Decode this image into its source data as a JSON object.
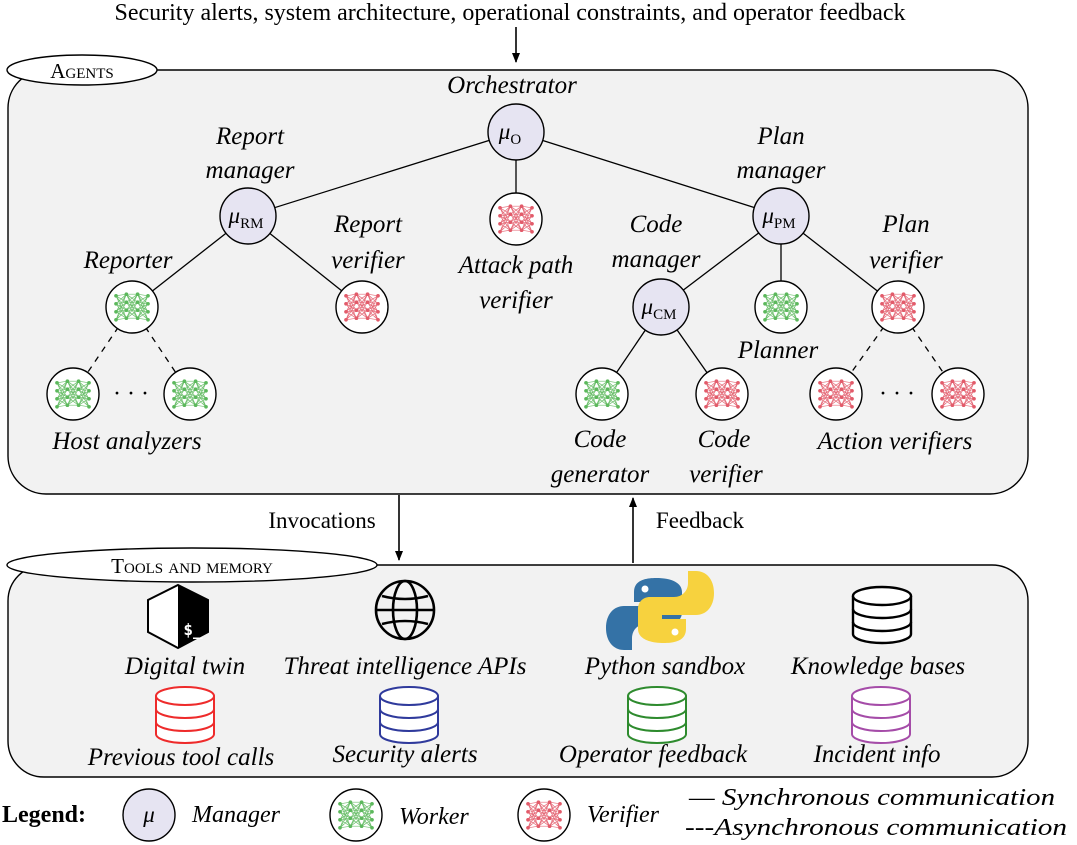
{
  "header": {
    "inputs_text": "Security alerts, system architecture, operational constraints, and operator feedback"
  },
  "agents": {
    "panel_title": "Agents",
    "manager_symbol": "μ",
    "nodes": {
      "orchestrator": {
        "label_lines": [
          "Orchestrator"
        ],
        "subscript": "O"
      },
      "report_manager": {
        "label_lines": [
          "Report",
          "manager"
        ],
        "subscript": "RM"
      },
      "plan_manager": {
        "label_lines": [
          "Plan",
          "manager"
        ],
        "subscript": "PM"
      },
      "code_manager": {
        "label_lines": [
          "Code",
          "manager"
        ],
        "subscript": "CM"
      },
      "attack_path_verifier": {
        "label_lines": [
          "Attack path",
          "verifier"
        ]
      },
      "reporter": {
        "label_lines": [
          "Reporter"
        ]
      },
      "report_verifier": {
        "label_lines": [
          "Report",
          "verifier"
        ]
      },
      "planner": {
        "label_lines": [
          "Planner"
        ]
      },
      "plan_verifier": {
        "label_lines": [
          "Plan",
          "verifier"
        ]
      },
      "code_generator": {
        "label_lines": [
          "Code",
          "generator"
        ]
      },
      "code_verifier": {
        "label_lines": [
          "Code",
          "verifier"
        ]
      }
    },
    "groups": {
      "host_analyzers": "Host analyzers",
      "action_verifiers": "Action verifiers"
    },
    "ellipsis": "· · ·"
  },
  "flows": {
    "invocations": "Invocations",
    "feedback": "Feedback"
  },
  "tools": {
    "panel_title": "Tools and memory",
    "items": [
      {
        "label": "Digital twin",
        "icon": "terminal-icon"
      },
      {
        "label": "Threat intelligence APIs",
        "icon": "globe-icon"
      },
      {
        "label": "Python sandbox",
        "icon": "python-icon"
      },
      {
        "label": "Knowledge bases",
        "icon": "database-icon"
      }
    ],
    "memory": [
      {
        "label": "Previous tool calls",
        "color": "#ee2b2b"
      },
      {
        "label": "Security alerts",
        "color": "#2f3a9c"
      },
      {
        "label": "Operator feedback",
        "color": "#2e8b2e"
      },
      {
        "label": "Incident info",
        "color": "#a54ca8"
      }
    ],
    "terminal_prompt": "$_"
  },
  "legend": {
    "title": "Legend:",
    "manager": "Manager",
    "worker": "Worker",
    "verifier": "Verifier",
    "sync": "— Synchronous communication",
    "async": "---Asynchronous communication"
  },
  "colors": {
    "panel_fill": "#f2f2f2",
    "manager_fill": "#e6e4f2",
    "worker_net": "#5cb85c",
    "verifier_net": "#e25b6a",
    "python_blue": "#3472a6",
    "python_yellow": "#f7d23e"
  }
}
